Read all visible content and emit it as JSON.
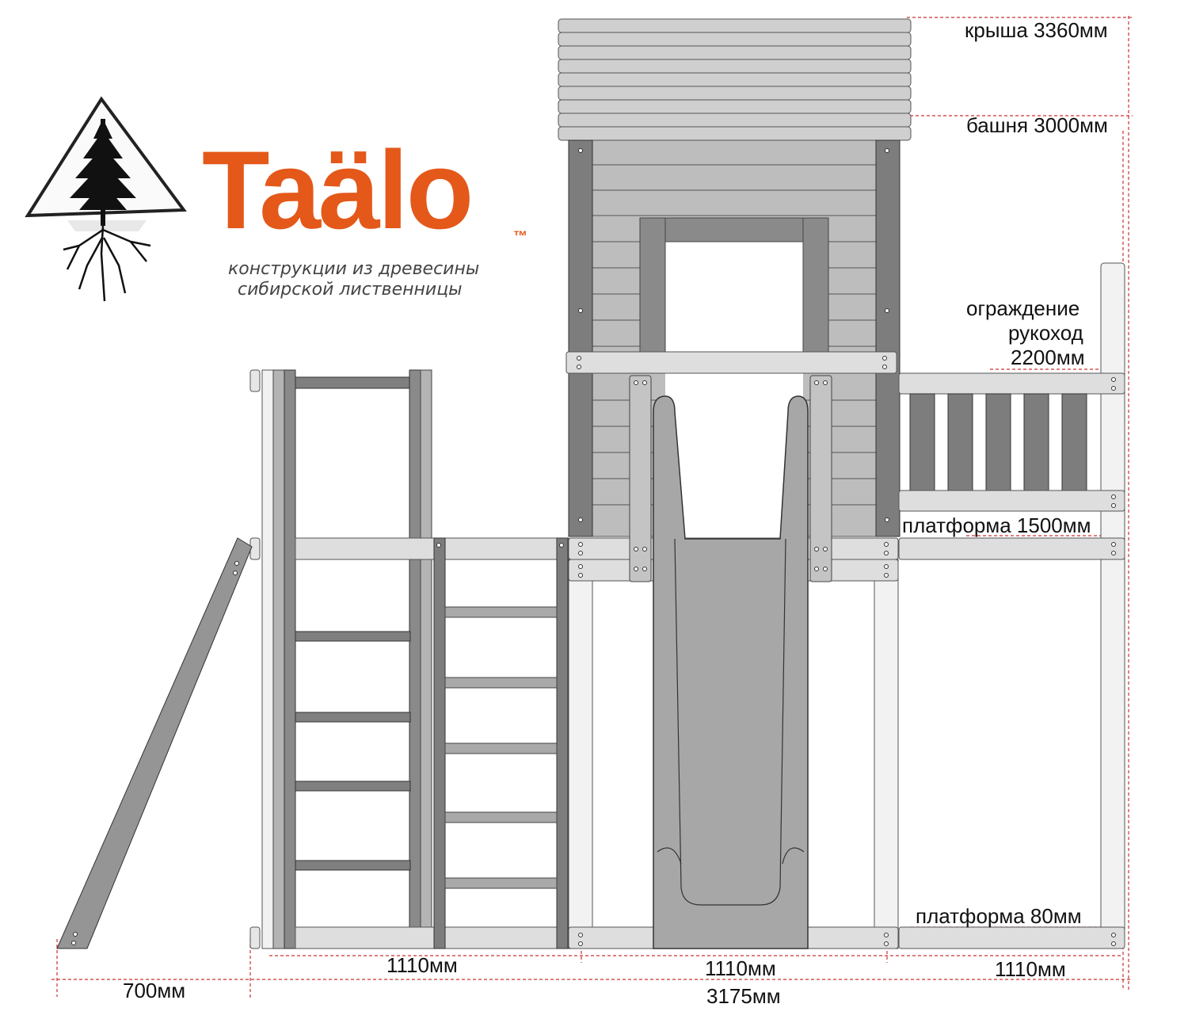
{
  "brand": {
    "name": "Taälo",
    "trademark": "™",
    "tagline_line1": "конструкции из древесины",
    "tagline_line2": "сибирской лиственницы",
    "logo_icon": "larch-tree-icon",
    "accent_color": "#e4581a"
  },
  "dimensions": {
    "roof": "крыша 3360мм",
    "tower": "башня 3000мм",
    "railing_line1": "ограждение",
    "railing_line2": "рукоход",
    "railing_line3": "2200мм",
    "platform_top": "платформа 1500мм",
    "platform_bottom": "платформа 80мм",
    "width_left": "1110мм",
    "width_center": "1110мм",
    "width_right": "1110мм",
    "ramp_width": "700мм",
    "total_width": "3175мм"
  },
  "colors": {
    "wood_light": "#dcdcdc",
    "wood_mid": "#b9b9b9",
    "wood_dark": "#7f7f7f",
    "slide": "#a7a7a7",
    "dimension_line": "#cc3333"
  }
}
